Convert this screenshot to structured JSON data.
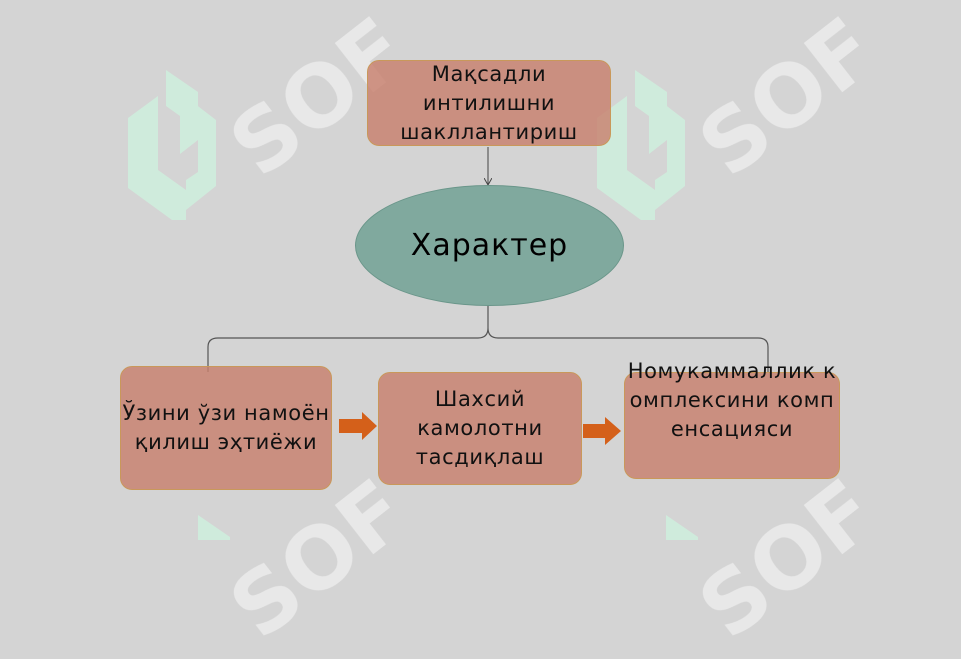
{
  "diagram": {
    "top_box": "Мақсадли интилишни шакллантириш",
    "center_ellipse": "Характер",
    "bottom_boxes": [
      "Ўзини ўзи намоён қилиш эҳтиёжи",
      "Шахсий камолотни тасдиқлаш",
      "Номукаммаллик комплексини компенсацияси"
    ]
  },
  "watermark": {
    "text": "SOF",
    "text_color": "#ececec",
    "logo_color": "#cfeedd"
  },
  "colors": {
    "background": "#d4d4d4",
    "box_fill": "#c8806e",
    "box_border": "#c9985a",
    "ellipse_fill": "#74a396",
    "arrow_fill": "#d4601a",
    "connector": "#555555"
  }
}
